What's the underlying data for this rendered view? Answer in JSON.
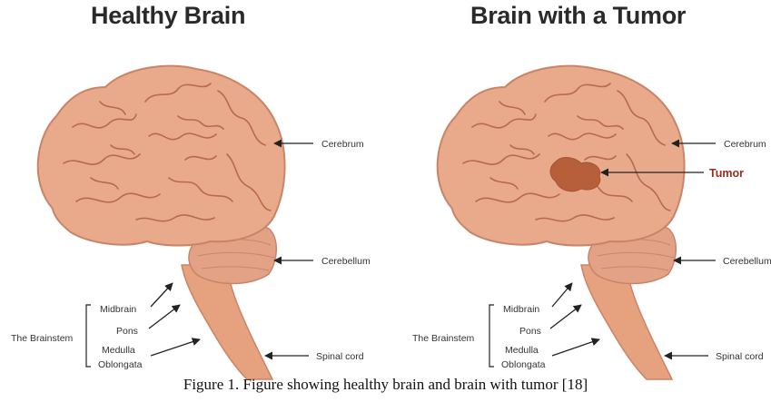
{
  "titles": {
    "healthy": "Healthy Brain",
    "tumor": "Brain with a Tumor"
  },
  "labels": {
    "cerebrum": "Cerebrum",
    "cerebellum": "Cerebellum",
    "spinal_cord": "Spinal cord",
    "tumor": "Tumor",
    "brainstem": "The Brainstem",
    "midbrain": "Midbrain",
    "pons": "Pons",
    "medulla_1": "Medulla",
    "medulla_2": "Oblongata"
  },
  "caption": "Figure 1. Figure showing healthy brain and brain with tumor [18]",
  "colors": {
    "brain": "#e9a98b",
    "brain_outline": "#c98468",
    "fold": "#b86a4f",
    "tumor": "#b65f3a",
    "tumor_label": "#9b2b1f"
  }
}
